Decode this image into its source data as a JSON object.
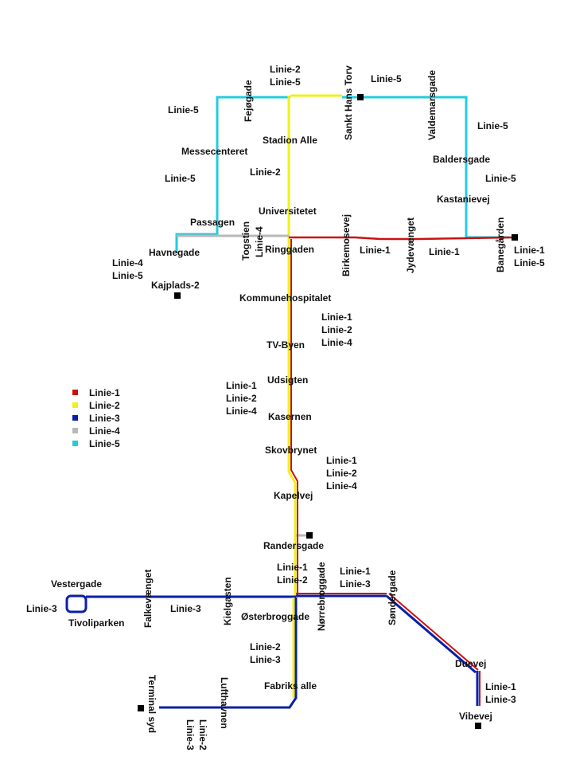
{
  "colors": {
    "linie1": "#cc1111",
    "linie2": "#f2ef1a",
    "linie3": "#0a1fa8",
    "linie4": "#b8b8b8",
    "linie5": "#22ccdd",
    "terminal": "#000000"
  },
  "legend": [
    {
      "label": "Linie-1",
      "color": "#cc1111"
    },
    {
      "label": "Linie-2",
      "color": "#f2ef1a"
    },
    {
      "label": "Linie-3",
      "color": "#0a1fa8"
    },
    {
      "label": "Linie-4",
      "color": "#b8b8b8"
    },
    {
      "label": "Linie-5",
      "color": "#22ccdd"
    }
  ],
  "stations": {
    "fejogade": "Fejøgade",
    "sankt_hans_torv": "Sankt Hans Torv",
    "valdemarsgade": "Valdemarsgade",
    "stadion_alle": "Stadion Alle",
    "messecenteret": "Messecenteret",
    "baldersgade": "Baldersgade",
    "kastanievej": "Kastanievej",
    "universitetet": "Universitetet",
    "passagen": "Passagen",
    "togstien": "Togstien",
    "havnegade": "Havnegade",
    "ringgaden": "Ringgaden",
    "birkemosevej": "Birkemosevej",
    "jydevaenget": "Jydevænget",
    "banegaarden": "Banegården",
    "kajplads2": "Kajplads-2",
    "kommunehospitalet": "Kommunehospitalet",
    "tv_byen": "TV-Byen",
    "udsigten": "Udsigten",
    "kasernen": "Kasernen",
    "skovbrynet": "Skovbrynet",
    "kapelvej": "Kapelvej",
    "randersgade": "Randersgade",
    "vestergade": "Vestergade",
    "tivoliparken": "Tivoliparken",
    "falkevaenget": "Falkevænget",
    "kielgasten": "Kielgasten",
    "norrebroggade": "Nørrebroggade",
    "sondergade": "Søndergade",
    "osterbroggade": "Østerbroggade",
    "duevej": "Duevej",
    "vibevej": "Vibevej",
    "fabriks_alle": "Fabriks alle",
    "terminal_syd": "Terminal syd",
    "lufthavnen": "Lufthavnen"
  },
  "line_labels": {
    "l1": "Linie-1",
    "l2": "Linie-2",
    "l3": "Linie-3",
    "l4": "Linie-4",
    "l5": "Linie-5"
  }
}
